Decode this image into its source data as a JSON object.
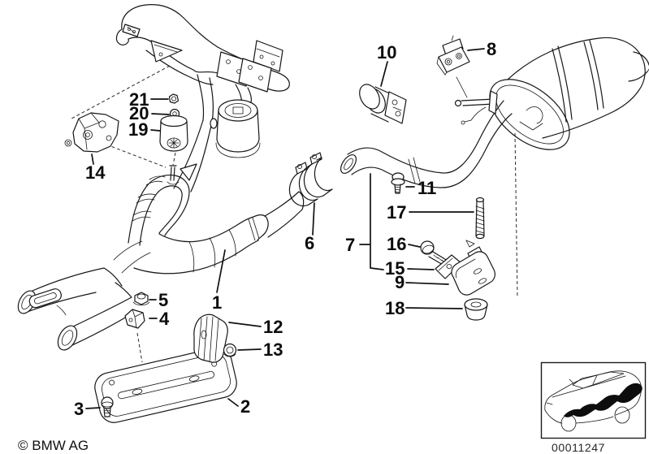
{
  "diagram": {
    "kind": "exploded-parts-diagram",
    "subject": "exhaust-system",
    "background": "#ffffff",
    "line_color": "#161616",
    "part_labels": [
      "1",
      "2",
      "3",
      "4",
      "5",
      "6",
      "7",
      "8",
      "9",
      "10",
      "11",
      "12",
      "13",
      "14",
      "15",
      "16",
      "17",
      "18",
      "19",
      "20",
      "21"
    ],
    "copyright": "© BMW AG",
    "image_id": "00011247"
  }
}
